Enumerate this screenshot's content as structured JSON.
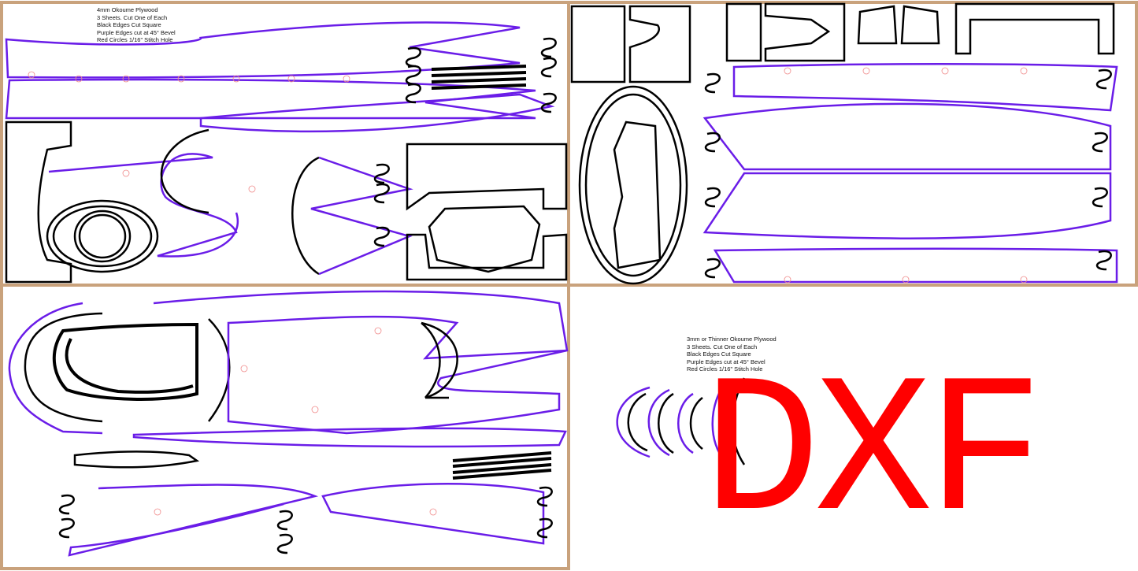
{
  "notes": {
    "thick_sheets": {
      "lines": [
        "4mm Okoume Plywood",
        "3 Sheets. Cut One of Each",
        "Black Edges Cut Square",
        "Purple Edges cut at 45° Bevel",
        "Red Circles 1/16\" Stitch Hole"
      ]
    },
    "thin_sheets": {
      "lines": [
        "3mm or Thinner Okoume Plywood",
        "3 Sheets. Cut One of Each",
        "Black Edges Cut Square",
        "Purple Edges cut at 45° Bevel",
        "Red Circles 1/16\" Stitch Hole"
      ]
    }
  },
  "logo": {
    "text": "DXF"
  },
  "colors": {
    "sheet_border": "#c9a27c",
    "bevel_edge": "#6a1de8",
    "square_edge": "#000000",
    "stitch_hole": "#f08a8a",
    "logo": "#ff0000"
  }
}
